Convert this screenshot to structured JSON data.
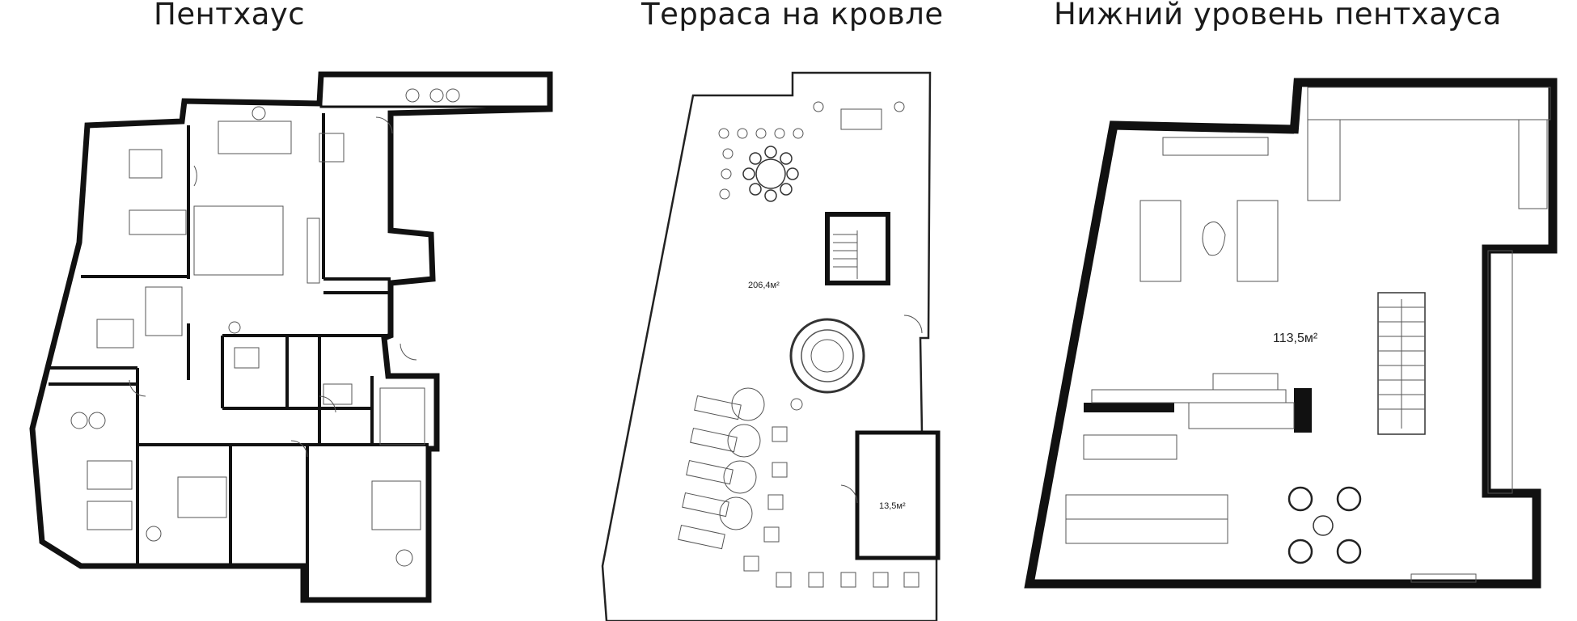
{
  "titles": {
    "penthouse": "Пентхаус",
    "roof_terrace": "Терраса на кровле",
    "lower_level": "Нижний уровень пентхауса"
  },
  "areas": {
    "roof_terrace_main": "206,4м²",
    "roof_terrace_room": "13,5м²",
    "lower_level_main": "113,5м²"
  },
  "colors": {
    "walls": "#111111",
    "lines": "#222222",
    "background": "#ffffff"
  }
}
